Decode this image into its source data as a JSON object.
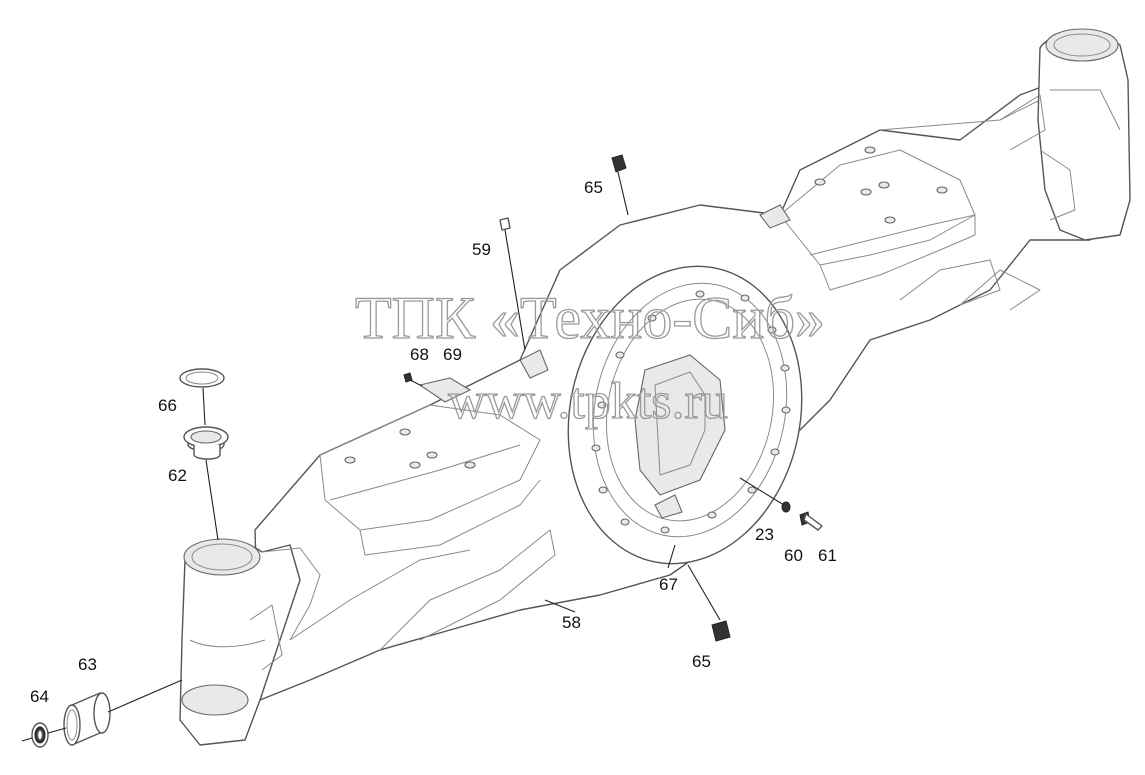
{
  "watermark": {
    "line1": "ТПК «Техно-Сиб»",
    "line2": "www.tpkts.ru"
  },
  "part_labels": {
    "p23": "23",
    "p58": "58",
    "p59": "59",
    "p60": "60",
    "p61": "61",
    "p62": "62",
    "p63": "63",
    "p64": "64",
    "p65_top": "65",
    "p65_bottom": "65",
    "p66": "66",
    "p67": "67",
    "p68": "68",
    "p69": "69"
  }
}
